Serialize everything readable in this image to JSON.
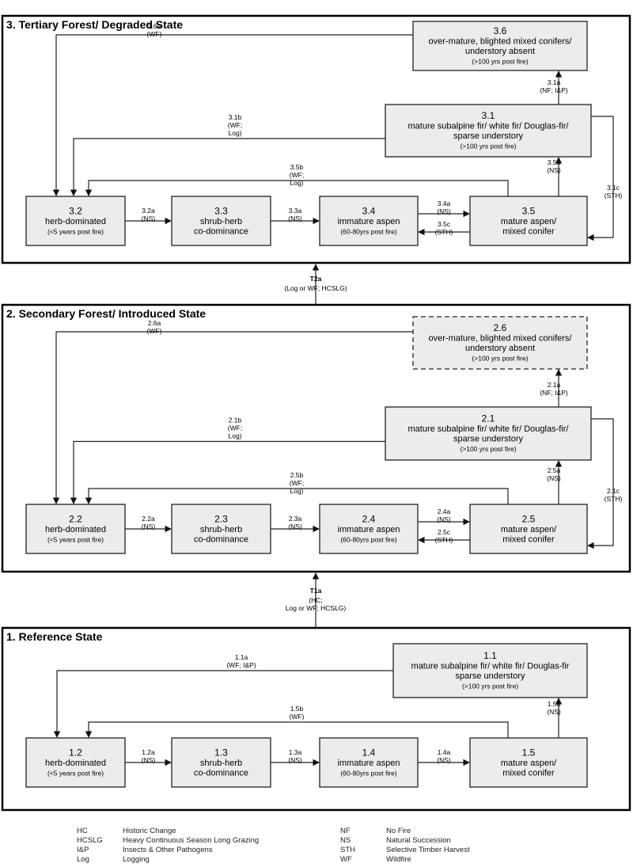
{
  "states": [
    {
      "title": "3. Tertiary Forest/ Degraded State",
      "boxes": {
        "top": {
          "id": "3.6",
          "lines": [
            "over-mature, blighted mixed conifers/",
            "understory absent"
          ],
          "sub": "(>100 yrs post fire)"
        },
        "mid": {
          "id": "3.1",
          "lines": [
            "mature subalpine fir/ white fir/ Douglas-fir/",
            "sparse understory"
          ],
          "sub": "(>100 yrs post fire)"
        },
        "b1": {
          "id": "3.2",
          "lines": [
            "herb-dominated"
          ],
          "sub": "(<5 years post fire)"
        },
        "b2": {
          "id": "3.3",
          "lines": [
            "shrub-herb",
            "co-dominance"
          ],
          "sub": ""
        },
        "b3": {
          "id": "3.4",
          "lines": [
            "immature aspen"
          ],
          "sub": "(60-80yrs post fire)"
        },
        "b4": {
          "id": "3.5",
          "lines": [
            "mature aspen/",
            "mixed conifer"
          ],
          "sub": ""
        }
      },
      "labels": {
        "top_to_b1": [
          "3.6a",
          "(WF)"
        ],
        "mid_to_top": [
          "3.1a",
          "(NF; I&P)"
        ],
        "mid_to_b1": [
          "3.1b",
          "(WF;",
          "Log)"
        ],
        "b4_to_b1": [
          "3.5b",
          "(WF;",
          "Log)"
        ],
        "b4_to_mid": [
          "3.5a",
          "(NS)"
        ],
        "mid_to_b4": [
          "3.1c",
          "(STH)"
        ],
        "b1_to_b2": [
          "3.2a",
          "(NS)"
        ],
        "b2_to_b3": [
          "3.3a",
          "(NS)"
        ],
        "b3_to_b4": [
          "3.4a",
          "(NS)"
        ],
        "b4_to_b3": [
          "3.5c",
          "(STH)"
        ]
      }
    },
    {
      "title": "2. Secondary Forest/ Introduced State",
      "boxes": {
        "top": {
          "id": "2.6",
          "lines": [
            "over-mature, blighted mixed conifers/",
            "understory absent"
          ],
          "sub": "(>100 yrs post fire)"
        },
        "mid": {
          "id": "2.1",
          "lines": [
            "mature subalpine fir/ white fir/ Douglas-fir/",
            "sparse understory"
          ],
          "sub": "(>100 yrs post fire)"
        },
        "b1": {
          "id": "2.2",
          "lines": [
            "herb-dominated"
          ],
          "sub": "(<5 years post fire)"
        },
        "b2": {
          "id": "2.3",
          "lines": [
            "shrub-herb",
            "co-dominance"
          ],
          "sub": ""
        },
        "b3": {
          "id": "2.4",
          "lines": [
            "immature aspen"
          ],
          "sub": "(60-80yrs post fire)"
        },
        "b4": {
          "id": "2.5",
          "lines": [
            "mature aspen/",
            "mixed conifer"
          ],
          "sub": ""
        }
      },
      "labels": {
        "top_to_b1": [
          "2.6a",
          "(WF)"
        ],
        "mid_to_top": [
          "2.1a",
          "(NF; I&P)"
        ],
        "mid_to_b1": [
          "2.1b",
          "(WF;",
          "Log)"
        ],
        "b4_to_b1": [
          "2.5b",
          "(WF;",
          "Log)"
        ],
        "b4_to_mid": [
          "2.5a",
          "(NS)"
        ],
        "mid_to_b4": [
          "2.1c",
          "(STH)"
        ],
        "b1_to_b2": [
          "2.2a",
          "(NS)"
        ],
        "b2_to_b3": [
          "2.3a",
          "(NS)"
        ],
        "b3_to_b4": [
          "2.4a",
          "(NS)"
        ],
        "b4_to_b3": [
          "2.5c",
          "(STH)"
        ]
      }
    },
    {
      "title": "1. Reference State",
      "boxes": {
        "mid": {
          "id": "1.1",
          "lines": [
            "mature subalpine fir/ white fir/ Douglas-fir",
            "sparse understory"
          ],
          "sub": "(>100 yrs post fire)"
        },
        "b1": {
          "id": "1.2",
          "lines": [
            "herb-dominated"
          ],
          "sub": "(<5 years post fire)"
        },
        "b2": {
          "id": "1.3",
          "lines": [
            "shrub-herb",
            "co-dominance"
          ],
          "sub": ""
        },
        "b3": {
          "id": "1.4",
          "lines": [
            "immature aspen"
          ],
          "sub": "(60-80yrs post fire)"
        },
        "b4": {
          "id": "1.5",
          "lines": [
            "mature aspen/",
            "mixed conifer"
          ],
          "sub": ""
        }
      },
      "labels": {
        "mid_to_b1": [
          "1.1a",
          "(WF; I&P)"
        ],
        "b4_to_b1": [
          "1.5b",
          "(WF)"
        ],
        "b4_to_mid": [
          "1.5a",
          "(NS)"
        ],
        "b1_to_b2": [
          "1.2a",
          "(NS)"
        ],
        "b2_to_b3": [
          "1.3a",
          "(NS)"
        ],
        "b3_to_b4": [
          "1.4a",
          "(NS)"
        ]
      }
    }
  ],
  "transitions": {
    "t2a": {
      "code": "T2a",
      "lines": [
        "(Log or WF; HCSLG)"
      ]
    },
    "t1a": {
      "code": "T1a",
      "lines": [
        "(HC;",
        "Log or WF; HCSLG)"
      ]
    }
  },
  "legend": [
    {
      "abbr": "HC",
      "desc": "Historic Change"
    },
    {
      "abbr": "HCSLG",
      "desc": "Heavy Continuous Season Long Grazing"
    },
    {
      "abbr": "I&P",
      "desc": "Insects & Other Pathogens"
    },
    {
      "abbr": "Log",
      "desc": "Logging"
    },
    {
      "abbr": "NF",
      "desc": "No Fire"
    },
    {
      "abbr": "NS",
      "desc": "Natural Succession"
    },
    {
      "abbr": "STH",
      "desc": "Selective Timber Harvest"
    },
    {
      "abbr": "WF",
      "desc": "Wildfire"
    }
  ],
  "colors": {
    "box_fill": "#ececec",
    "stroke": "#222222"
  }
}
